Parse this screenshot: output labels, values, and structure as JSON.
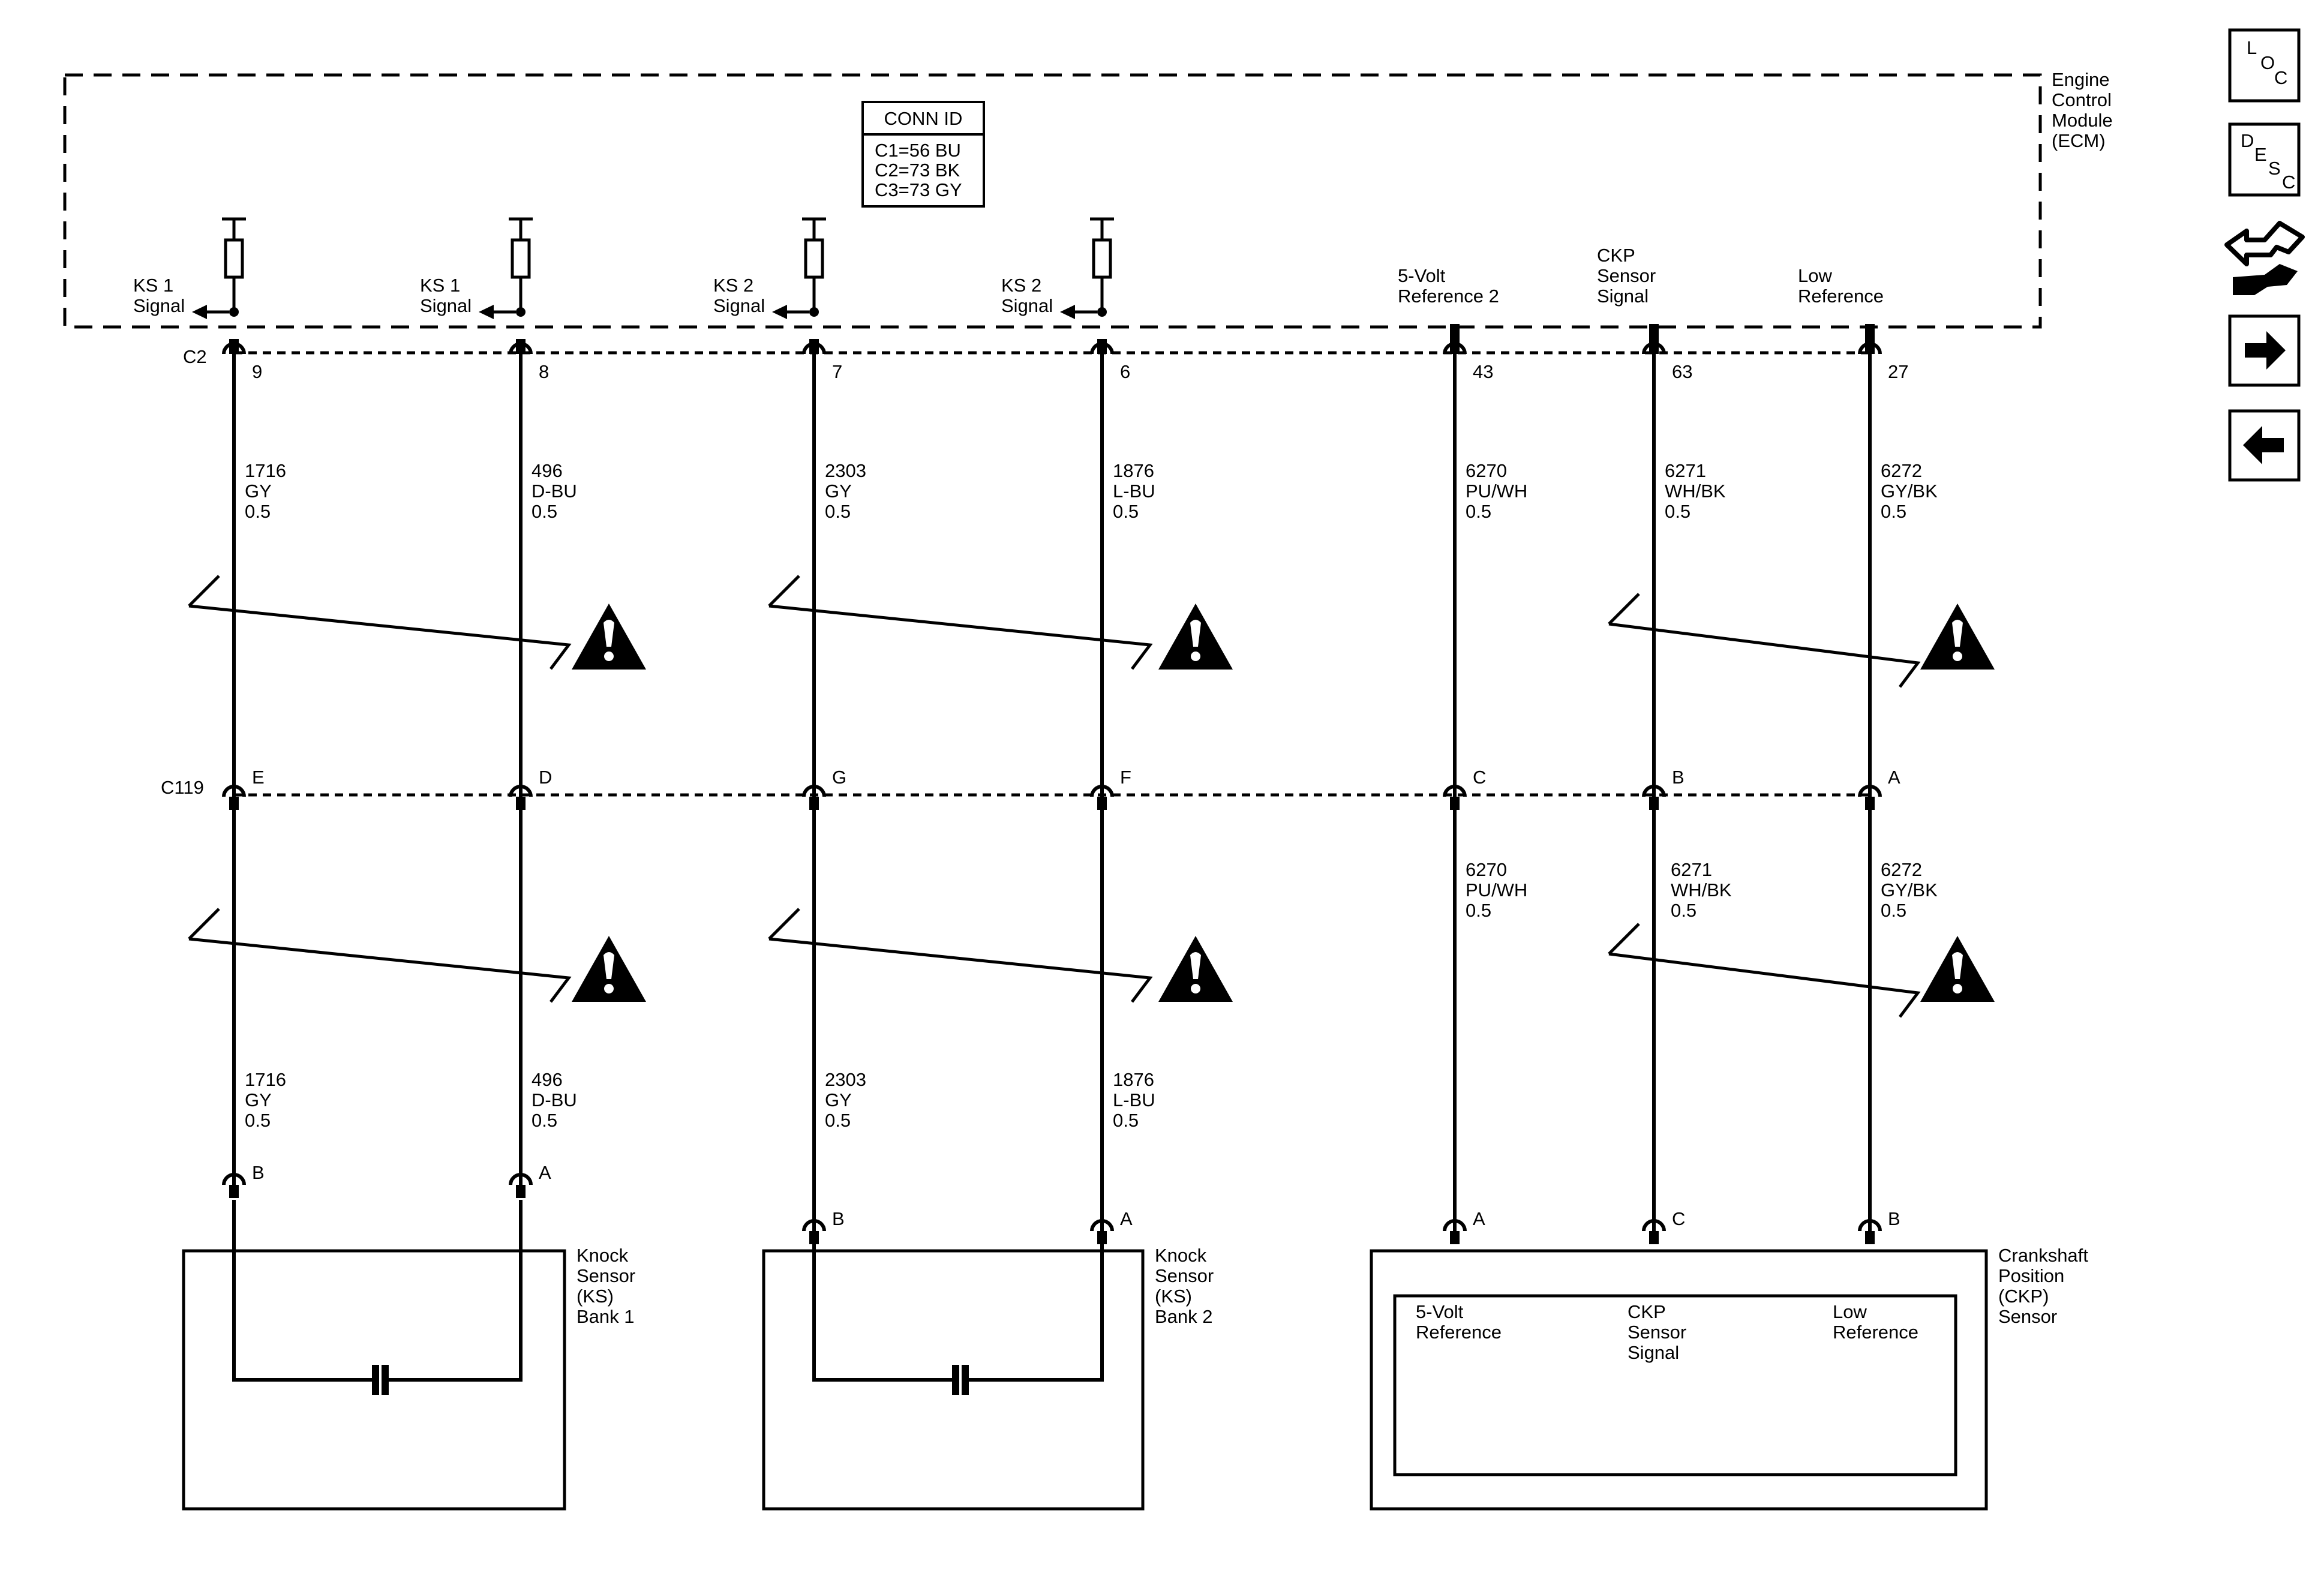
{
  "ecm": {
    "name": [
      "Engine",
      "Control",
      "Module",
      "(ECM)"
    ]
  },
  "conn_id": {
    "title": "CONN ID",
    "lines": [
      "C1=56 BU",
      "C2=73 BK",
      "C3=73 GY"
    ]
  },
  "connectors": {
    "upper": "C2",
    "middle": "C119"
  },
  "circuits": [
    {
      "func": [
        "KS 1",
        "Signal"
      ],
      "pin_ecm": "9",
      "pin_c119": "E",
      "wire_upper": [
        "1716",
        "GY",
        "0.5"
      ],
      "wire_lower": [
        "1716",
        "GY",
        "0.5"
      ],
      "pin_comp": "B"
    },
    {
      "func": [
        "KS 1",
        "Signal"
      ],
      "pin_ecm": "8",
      "pin_c119": "D",
      "wire_upper": [
        "496",
        "D-BU",
        "0.5"
      ],
      "wire_lower": [
        "496",
        "D-BU",
        "0.5"
      ],
      "pin_comp": "A"
    },
    {
      "func": [
        "KS 2",
        "Signal"
      ],
      "pin_ecm": "7",
      "pin_c119": "G",
      "wire_upper": [
        "2303",
        "GY",
        "0.5"
      ],
      "wire_lower": [
        "2303",
        "GY",
        "0.5"
      ],
      "pin_comp": "B"
    },
    {
      "func": [
        "KS 2",
        "Signal"
      ],
      "pin_ecm": "6",
      "pin_c119": "F",
      "wire_upper": [
        "1876",
        "L-BU",
        "0.5"
      ],
      "wire_lower": [
        "1876",
        "L-BU",
        "0.5"
      ],
      "pin_comp": "A"
    },
    {
      "func": [
        "5-Volt",
        "Reference 2"
      ],
      "pin_ecm": "43",
      "pin_c119": "C",
      "wire_upper": [
        "6270",
        "PU/WH",
        "0.5"
      ],
      "wire_lower": [
        "6270",
        "PU/WH",
        "0.5"
      ],
      "pin_comp": "A"
    },
    {
      "func": [
        "CKP",
        "Sensor",
        "Signal"
      ],
      "pin_ecm": "63",
      "pin_c119": "B",
      "wire_upper": [
        "6271",
        "WH/BK",
        "0.5"
      ],
      "wire_lower": [
        "6271",
        "WH/BK",
        "0.5"
      ],
      "pin_comp": "C"
    },
    {
      "func": [
        "Low",
        "Reference"
      ],
      "pin_ecm": "27",
      "pin_c119": "A",
      "wire_upper": [
        "6272",
        "GY/BK",
        "0.5"
      ],
      "wire_lower": [
        "6272",
        "GY/BK",
        "0.5"
      ],
      "pin_comp": "B"
    }
  ],
  "components": {
    "ks_bank1": [
      "Knock",
      "Sensor",
      "(KS)",
      "Bank 1"
    ],
    "ks_bank2": [
      "Knock",
      "Sensor",
      "(KS)",
      "Bank 2"
    ],
    "ckp": [
      "Crankshaft",
      "Position",
      "(CKP)",
      "Sensor"
    ],
    "ckp_inner": [
      [
        "5-Volt",
        "Reference"
      ],
      [
        "CKP",
        "Sensor",
        "Signal"
      ],
      [
        "Low",
        "Reference"
      ]
    ]
  },
  "nav": {
    "loc": [
      "L",
      "O",
      "C"
    ],
    "desc": [
      "D",
      "E",
      "S",
      "C"
    ],
    "icons": [
      "connector-icon",
      "next-arrow-icon",
      "previous-arrow-icon"
    ]
  }
}
